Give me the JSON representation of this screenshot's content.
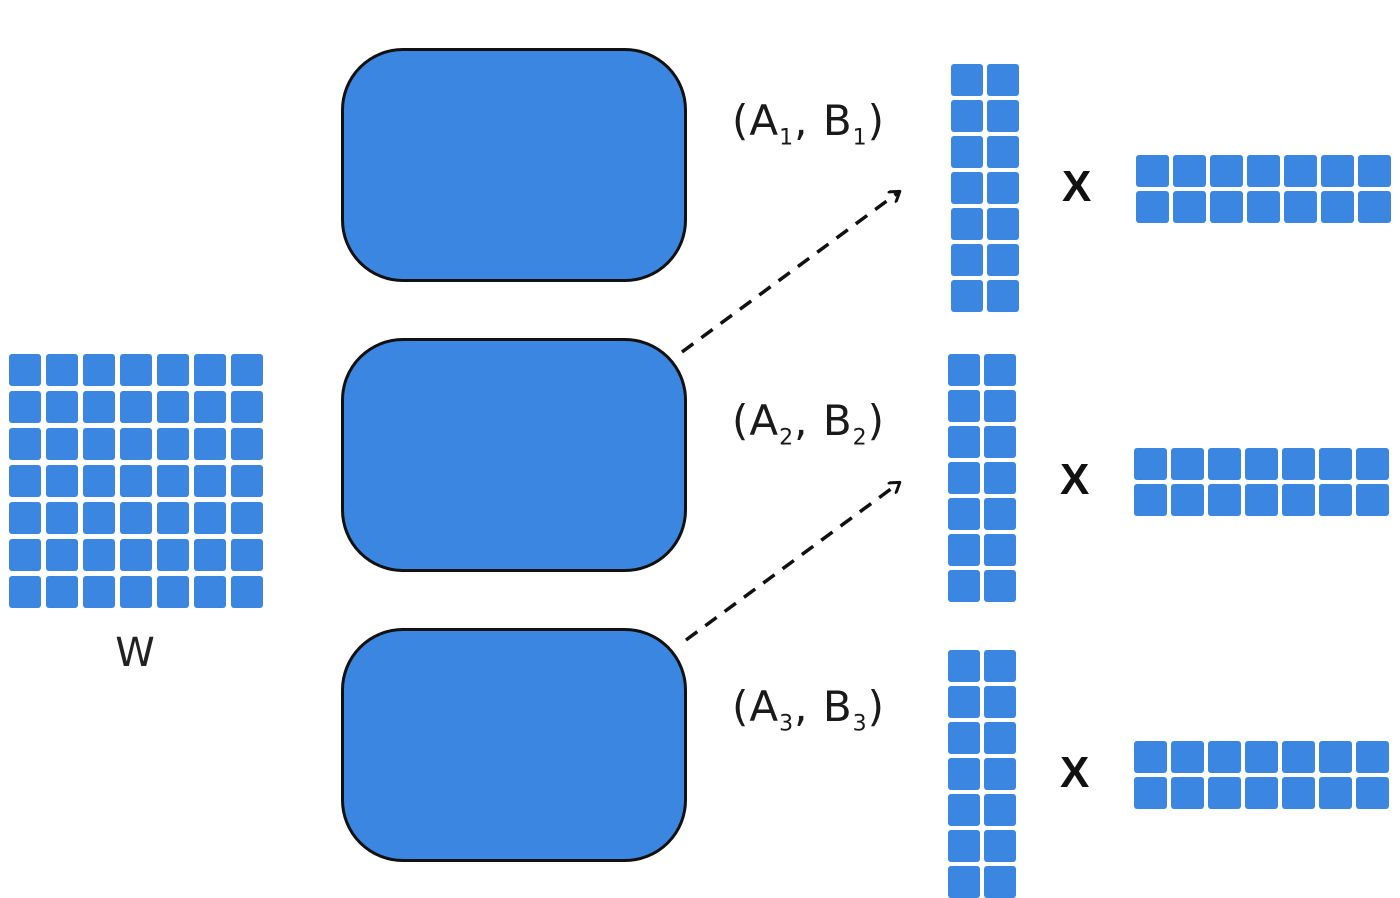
{
  "matrix_w": {
    "label": "W",
    "rows": 7,
    "cols": 7
  },
  "colors": {
    "block": "#3b86e0",
    "cell": "#3b86e0",
    "border": "#111111"
  },
  "blocks": [
    {
      "id": 1,
      "pair": {
        "a": "A",
        "a_sub": "1",
        "b": "B",
        "b_sub": "1"
      },
      "a_rows": 7,
      "a_cols": 2,
      "b_rows": 2,
      "b_cols": 7,
      "times": "X"
    },
    {
      "id": 2,
      "pair": {
        "a": "A",
        "a_sub": "2",
        "b": "B",
        "b_sub": "2"
      },
      "a_rows": 7,
      "a_cols": 2,
      "b_rows": 2,
      "b_cols": 7,
      "times": "X"
    },
    {
      "id": 3,
      "pair": {
        "a": "A",
        "a_sub": "3",
        "b": "B",
        "b_sub": "3"
      },
      "a_rows": 7,
      "a_cols": 2,
      "b_rows": 2,
      "b_cols": 7,
      "times": "X"
    }
  ]
}
